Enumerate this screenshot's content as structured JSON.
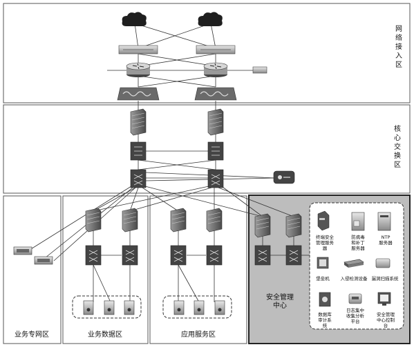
{
  "zones": {
    "internet_access": "网络接入区",
    "core_switching": "核心交换区",
    "business_private": "业务专网区",
    "business_data": "业务数据区",
    "app_service": "应用服务区",
    "security_mgmt": "安全管理中心"
  },
  "security_devices": {
    "terminal_security": "终端安全管理服务器",
    "antivirus": "防病毒和补丁服务器",
    "ntp": "NTP服务器",
    "bastion": "堡垒机",
    "ids": "入侵检测设备",
    "vuln_scan": "漏洞扫描系统",
    "db_audit": "数据库审计系统",
    "log_collect": "日志集中收集分析平台",
    "sec_console": "安全管理中心控制台"
  },
  "colors": {
    "zone_border": "#555555",
    "security_zone_fill": "#bdbdbd",
    "device_fill": "#d8d8d8",
    "device_dark": "#3a3a3a",
    "line": "#333333"
  }
}
